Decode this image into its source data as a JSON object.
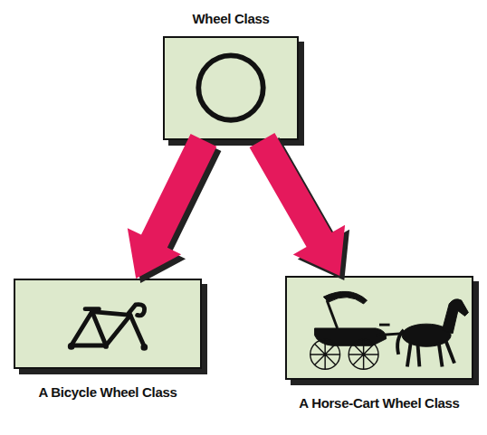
{
  "diagram": {
    "nodes": [
      {
        "text": [
          "Wheel Class"
        ]
      },
      {
        "text": [
          "A Bicycle Wheel Class"
        ]
      },
      {
        "text": [
          "A Horse-Cart Wheel Class"
        ]
      }
    ],
    "edges": [
      {
        "from": 0,
        "to": 1,
        "arrow": "to"
      },
      {
        "from": 0,
        "to": 2,
        "arrow": "to"
      }
    ]
  }
}
